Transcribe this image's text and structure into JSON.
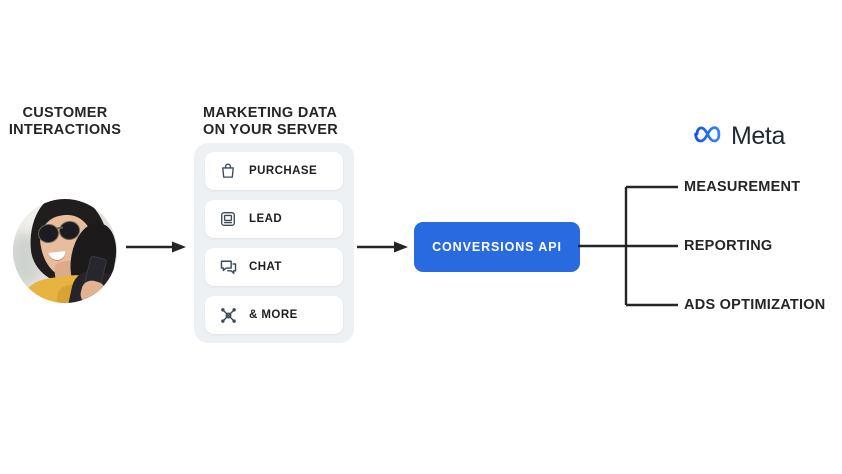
{
  "diagram": {
    "title": "Meta Conversions API flow",
    "colors": {
      "accent_blue": "#2a6ae0",
      "meta_logo_blue": "#1877f2",
      "panel_background": "#eef1f4",
      "card_background": "#ffffff",
      "text_dark": "#232527",
      "icon_gray": "#3b4a5a",
      "line_dark": "#232527",
      "page_background": "#ffffff"
    }
  },
  "stage_1": {
    "heading": "CUSTOMER\nINTERACTIONS",
    "avatar": {
      "name": "customer-photo",
      "description": "Woman wearing sunglasses and a yellow jacket holding a phone"
    }
  },
  "connector_1": {
    "name": "arrow-right",
    "icon": "arrow-right-icon"
  },
  "stage_2": {
    "heading": "MARKETING DATA\nON YOUR SERVER",
    "cards": [
      {
        "label": "PURCHASE",
        "icon": "shopping-bag-icon"
      },
      {
        "label": "LEAD",
        "icon": "monitor-icon"
      },
      {
        "label": "CHAT",
        "icon": "chat-bubble-icon"
      },
      {
        "label": "& MORE",
        "icon": "network-nodes-icon"
      }
    ]
  },
  "connector_2": {
    "name": "arrow-right",
    "icon": "arrow-right-icon"
  },
  "stage_3": {
    "button_label": "CONVERSIONS API"
  },
  "stage_4": {
    "brand": {
      "wordmark": "Meta",
      "icon": "meta-infinity-icon"
    },
    "outcomes": [
      {
        "label": "MEASUREMENT"
      },
      {
        "label": "REPORTING"
      },
      {
        "label": "ADS OPTIMIZATION"
      }
    ]
  }
}
